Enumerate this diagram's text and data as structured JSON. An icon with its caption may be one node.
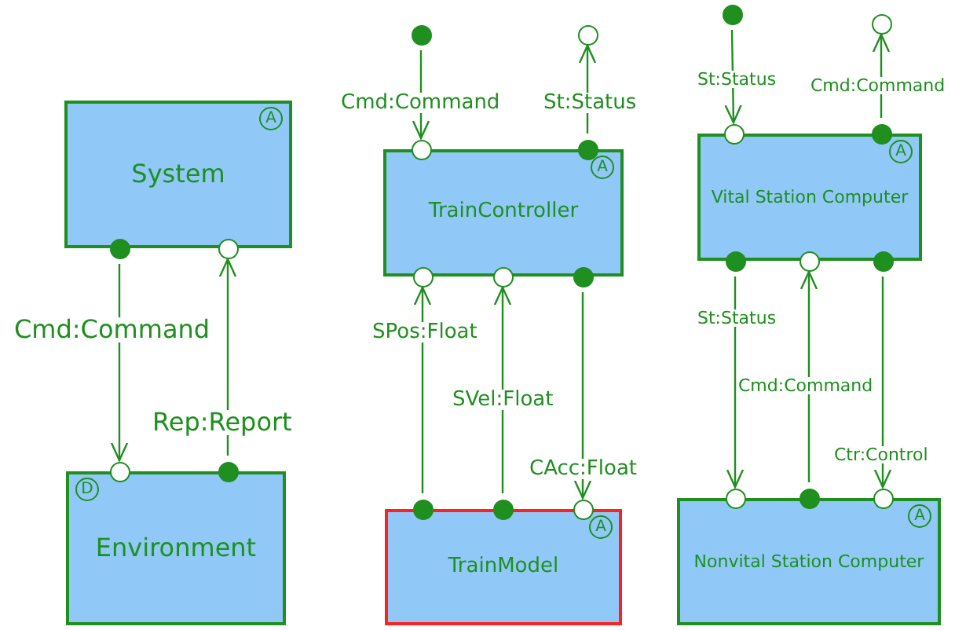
{
  "diagram": {
    "nodes": [
      {
        "text": [
          "A",
          "System"
        ]
      },
      {
        "text": [],
        "shape": "dot"
      },
      {
        "text": [],
        "shape": "circle"
      },
      {
        "text": [
          "D",
          "Environment"
        ]
      },
      {
        "text": [],
        "shape": "circle"
      },
      {
        "text": [],
        "shape": "dot"
      },
      {
        "text": [],
        "shape": "dot"
      },
      {
        "text": [],
        "shape": "circle"
      },
      {
        "text": [
          "A",
          "TrainController"
        ]
      },
      {
        "text": [],
        "shape": "circle"
      },
      {
        "text": [],
        "shape": "dot"
      },
      {
        "text": [],
        "shape": "circle"
      },
      {
        "text": [],
        "shape": "circle"
      },
      {
        "text": [],
        "shape": "dot"
      },
      {
        "text": [
          "A",
          "TrainModel"
        ]
      },
      {
        "text": [],
        "shape": "dot"
      },
      {
        "text": [],
        "shape": "dot"
      },
      {
        "text": [],
        "shape": "circle"
      },
      {
        "text": [],
        "shape": "dot"
      },
      {
        "text": [],
        "shape": "circle"
      },
      {
        "text": [
          "A",
          "Vital Station Computer"
        ]
      },
      {
        "text": [],
        "shape": "circle"
      },
      {
        "text": [],
        "shape": "dot"
      },
      {
        "text": [],
        "shape": "dot"
      },
      {
        "text": [],
        "shape": "circle"
      },
      {
        "text": [],
        "shape": "dot"
      },
      {
        "text": [
          "A",
          "Nonvital Station Computer"
        ]
      },
      {
        "text": [],
        "shape": "circle"
      },
      {
        "text": [],
        "shape": "dot"
      },
      {
        "text": [],
        "shape": "circle"
      }
    ],
    "edges": [
      {
        "from": 1,
        "to": 4,
        "arrow": "to",
        "label": "Cmd:Command"
      },
      {
        "from": 5,
        "to": 2,
        "arrow": "to",
        "label": "Rep:Report"
      },
      {
        "from": 6,
        "to": 9,
        "arrow": "to",
        "label": "Cmd:Command"
      },
      {
        "from": 10,
        "to": 7,
        "arrow": "to",
        "label": "St:Status"
      },
      {
        "from": 15,
        "to": 11,
        "arrow": "to",
        "label": "SPos:Float"
      },
      {
        "from": 16,
        "to": 12,
        "arrow": "to",
        "label": "SVel:Float"
      },
      {
        "from": 13,
        "to": 17,
        "arrow": "to",
        "label": "CAcc:Float"
      },
      {
        "from": 18,
        "to": 21,
        "arrow": "to",
        "label": "St:Status"
      },
      {
        "from": 22,
        "to": 19,
        "arrow": "to",
        "label": "Cmd:Command"
      },
      {
        "from": 23,
        "to": 27,
        "arrow": "to",
        "label": "St:Status"
      },
      {
        "from": 28,
        "to": 24,
        "arrow": "to",
        "label": "Cmd:Command"
      },
      {
        "from": 25,
        "to": 29,
        "arrow": "to",
        "label": "Ctr:Control"
      }
    ]
  }
}
